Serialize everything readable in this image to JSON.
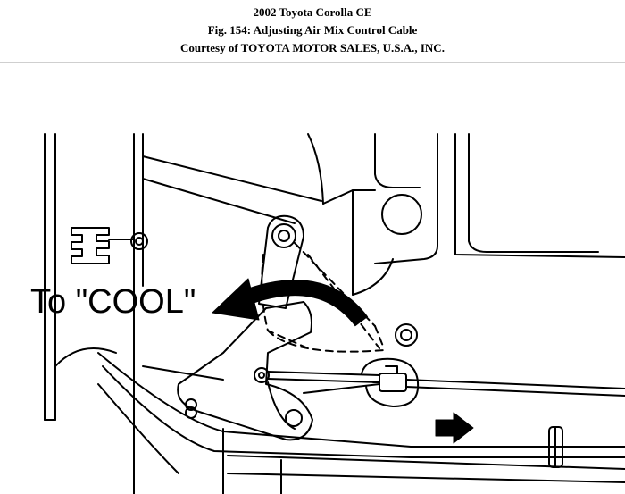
{
  "header": {
    "title": "2002 Toyota Corolla CE",
    "figure": "Fig. 154: Adjusting Air Mix Control Cable",
    "courtesy": "Courtesy of TOYOTA MOTOR SALES, U.S.A., INC."
  },
  "diagram": {
    "label": "To \"COOL\"",
    "icons": [
      "curved-arrow-icon",
      "right-arrow-icon"
    ]
  }
}
